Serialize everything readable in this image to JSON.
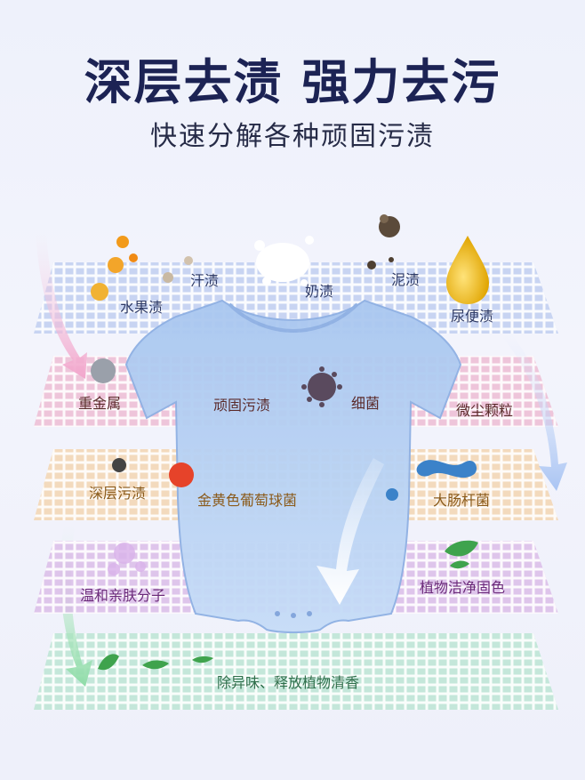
{
  "header": {
    "title": "深层去渍 强力去污",
    "subtitle": "快速分解各种顽固污渍"
  },
  "layers": [
    {
      "color": "#b9c9ef",
      "labels": [
        "汗渍",
        "水果渍",
        "奶渍",
        "泥渍",
        "尿便渍"
      ]
    },
    {
      "color": "#ecb6cf",
      "labels": [
        "重金属",
        "顽固污渍",
        "细菌",
        "微尘颗粒"
      ]
    },
    {
      "color": "#f3d2a8",
      "labels": [
        "深层污渍",
        "金黄色葡萄球菌",
        "大肠杆菌"
      ]
    },
    {
      "color": "#d8b6e6",
      "labels": [
        "温和亲肤分子",
        "植物洁净固色"
      ]
    },
    {
      "color": "#b5e3cf",
      "labels": [
        "除异味、释放植物清香"
      ]
    }
  ],
  "icons": [
    "orange-drop-icon",
    "milk-splash-icon",
    "mud-icon",
    "oil-drop-icon",
    "metal-particle-icon",
    "virus-icon",
    "bacteria-icon",
    "leaf-icon",
    "bubble-icon",
    "arrow-icon",
    "baby-bodysuit-icon"
  ]
}
